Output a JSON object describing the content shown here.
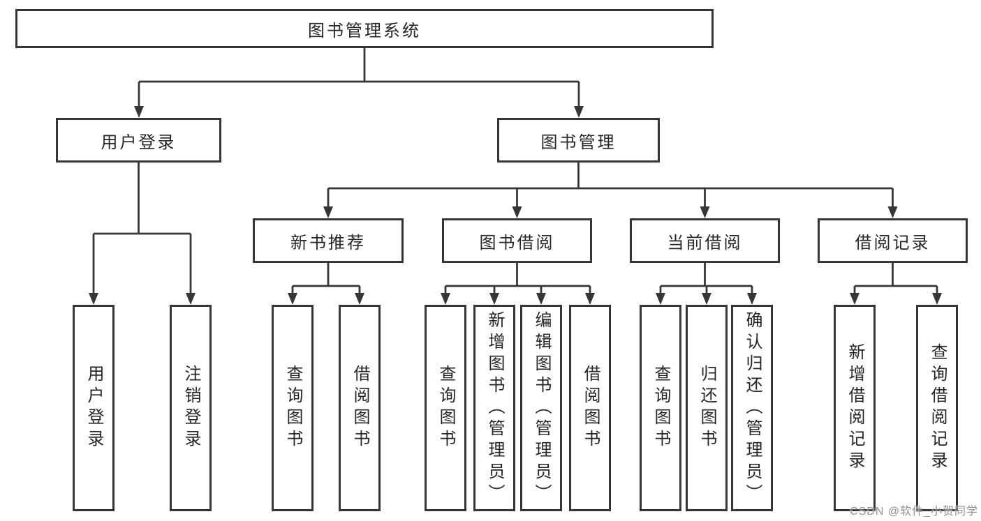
{
  "watermark": "CSDN @软件_小贺同学",
  "colors": {
    "line": "#363636",
    "text": "#262626",
    "background": "#ffffff",
    "watermark": "#8f8f8f"
  },
  "tree": {
    "root": {
      "label": "图书管理系统",
      "children": [
        {
          "label": "用户登录",
          "children": [
            {
              "label": "用户登录"
            },
            {
              "label": "注销登录"
            }
          ]
        },
        {
          "label": "图书管理",
          "children": [
            {
              "label": "新书推荐",
              "children": [
                {
                  "label": "查询图书"
                },
                {
                  "label": "借阅图书"
                }
              ]
            },
            {
              "label": "图书借阅",
              "children": [
                {
                  "label": "查询图书"
                },
                {
                  "label": "新增图书（管理员）"
                },
                {
                  "label": "编辑图书（管理员）"
                },
                {
                  "label": "借阅图书"
                }
              ]
            },
            {
              "label": "当前借阅",
              "children": [
                {
                  "label": "查询图书"
                },
                {
                  "label": "归还图书"
                },
                {
                  "label": "确认归还（管理员）"
                }
              ]
            },
            {
              "label": "借阅记录",
              "children": [
                {
                  "label": "新增借阅记录"
                },
                {
                  "label": "查询借阅记录"
                }
              ]
            }
          ]
        }
      ]
    }
  }
}
